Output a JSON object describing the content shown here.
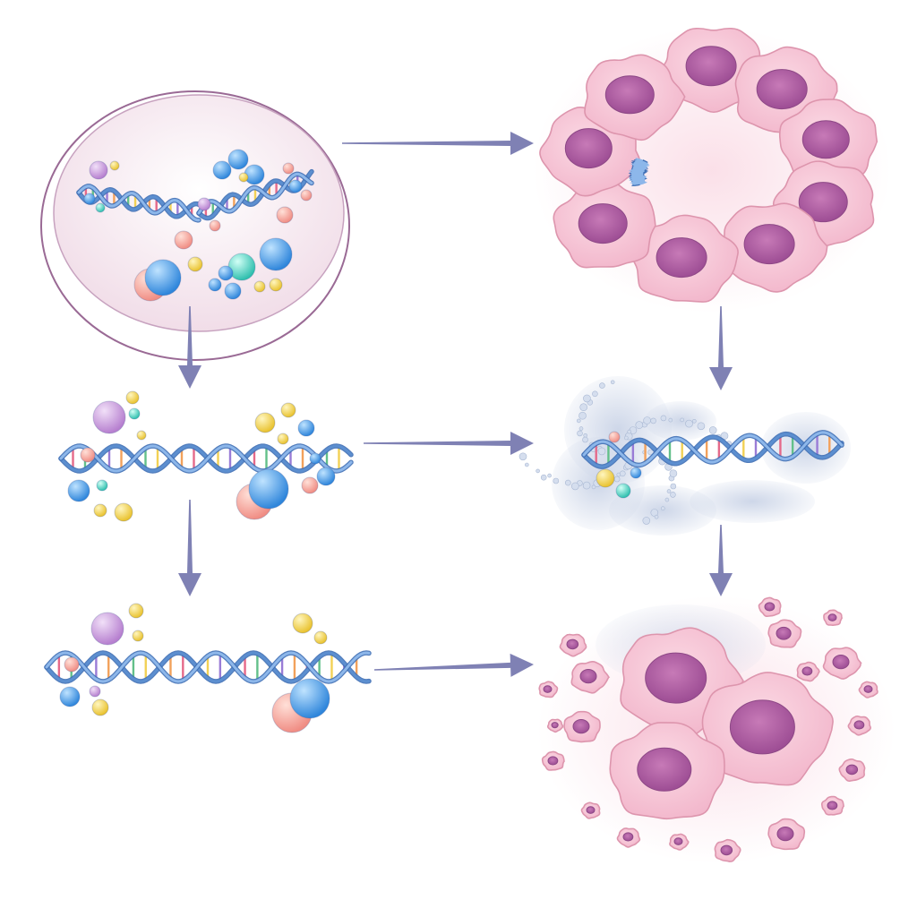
{
  "colors": {
    "background": "#ffffff",
    "arrow": "#7f81b4",
    "dna_strand": "#5c8fd0",
    "dna_strand_shadow": "#3f6fb5",
    "rung_colors": [
      "#f2a15b",
      "#e56a8a",
      "#63c08a",
      "#f2d155",
      "#9a7cd6"
    ],
    "cell_body": "#f6c3d4",
    "cell_edge": "#dd95ad",
    "cell_nucleus": "#b45fa5",
    "dish_rim": "#9a6a95",
    "dish_fill": "#f6e8ef",
    "chromatin_haze": "#c8d2e6",
    "molecule_blue": "#4a9ee6",
    "molecule_peach": "#f5a89a",
    "molecule_yellow": "#f3d64a",
    "molecule_lilac": "#c9a0db",
    "molecule_teal": "#4fd0c0"
  },
  "diagram": {
    "panels": [
      {
        "id": "petri-dish",
        "icon": "petri-dish-icon"
      },
      {
        "id": "cell-ring",
        "icon": "cell-ring-icon"
      },
      {
        "id": "dna-with-molecules",
        "icon": "dna-icon"
      },
      {
        "id": "chromatin-dna",
        "icon": "chromatin-icon"
      },
      {
        "id": "dna-few-molecules",
        "icon": "dna-icon"
      },
      {
        "id": "cell-cluster",
        "icon": "cell-cluster-icon"
      }
    ],
    "arrows": [
      {
        "from": "petri-dish",
        "to": "cell-ring"
      },
      {
        "from": "petri-dish",
        "to": "dna-with-molecules"
      },
      {
        "from": "dna-with-molecules",
        "to": "chromatin-dna"
      },
      {
        "from": "dna-with-molecules",
        "to": "dna-few-molecules"
      },
      {
        "from": "dna-few-molecules",
        "to": "cell-cluster"
      },
      {
        "from": "cell-ring",
        "to": "chromatin-dna"
      },
      {
        "from": "chromatin-dna",
        "to": "cell-cluster"
      }
    ]
  }
}
